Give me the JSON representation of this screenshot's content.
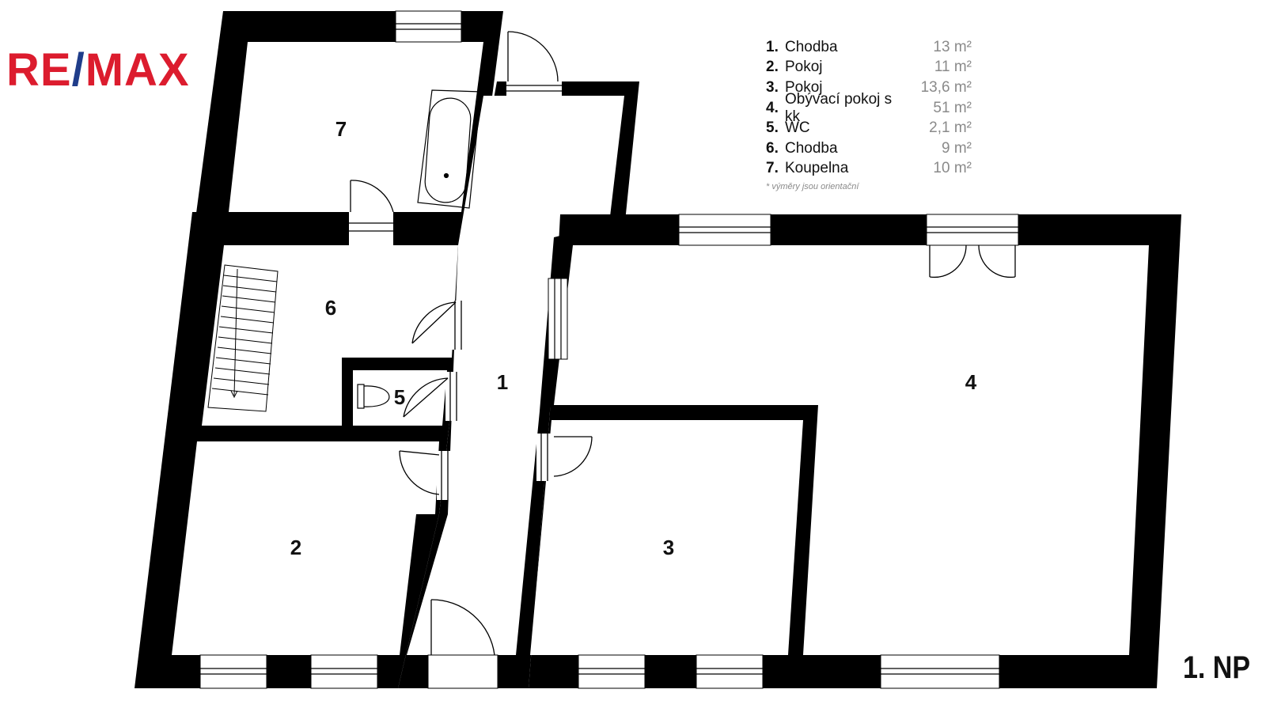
{
  "logo": {
    "text_re": "RE",
    "text_slash": "/",
    "text_max": "MAX",
    "colors": {
      "red": "#dc1c2e",
      "blue": "#1f3d8a"
    }
  },
  "legend": {
    "rows": [
      {
        "num": "1.",
        "name": "Chodba",
        "area": "13 m²"
      },
      {
        "num": "2.",
        "name": "Pokoj",
        "area": "11 m²"
      },
      {
        "num": "3.",
        "name": "Pokoj",
        "area": "13,6 m²"
      },
      {
        "num": "4.",
        "name": "Obývací pokoj s kk",
        "area": "51 m²"
      },
      {
        "num": "5.",
        "name": "WC",
        "area": "2,1 m²"
      },
      {
        "num": "6.",
        "name": "Chodba",
        "area": "9 m²"
      },
      {
        "num": "7.",
        "name": "Koupelna",
        "area": "10 m²"
      }
    ],
    "note": "* výměry jsou orientační"
  },
  "rooms": {
    "r1": "1",
    "r2": "2",
    "r3": "3",
    "r4": "4",
    "r5": "5",
    "r6": "6",
    "r7": "7"
  },
  "floor_label": "1. NP",
  "colors": {
    "wall": "#000000",
    "background": "#ffffff"
  }
}
